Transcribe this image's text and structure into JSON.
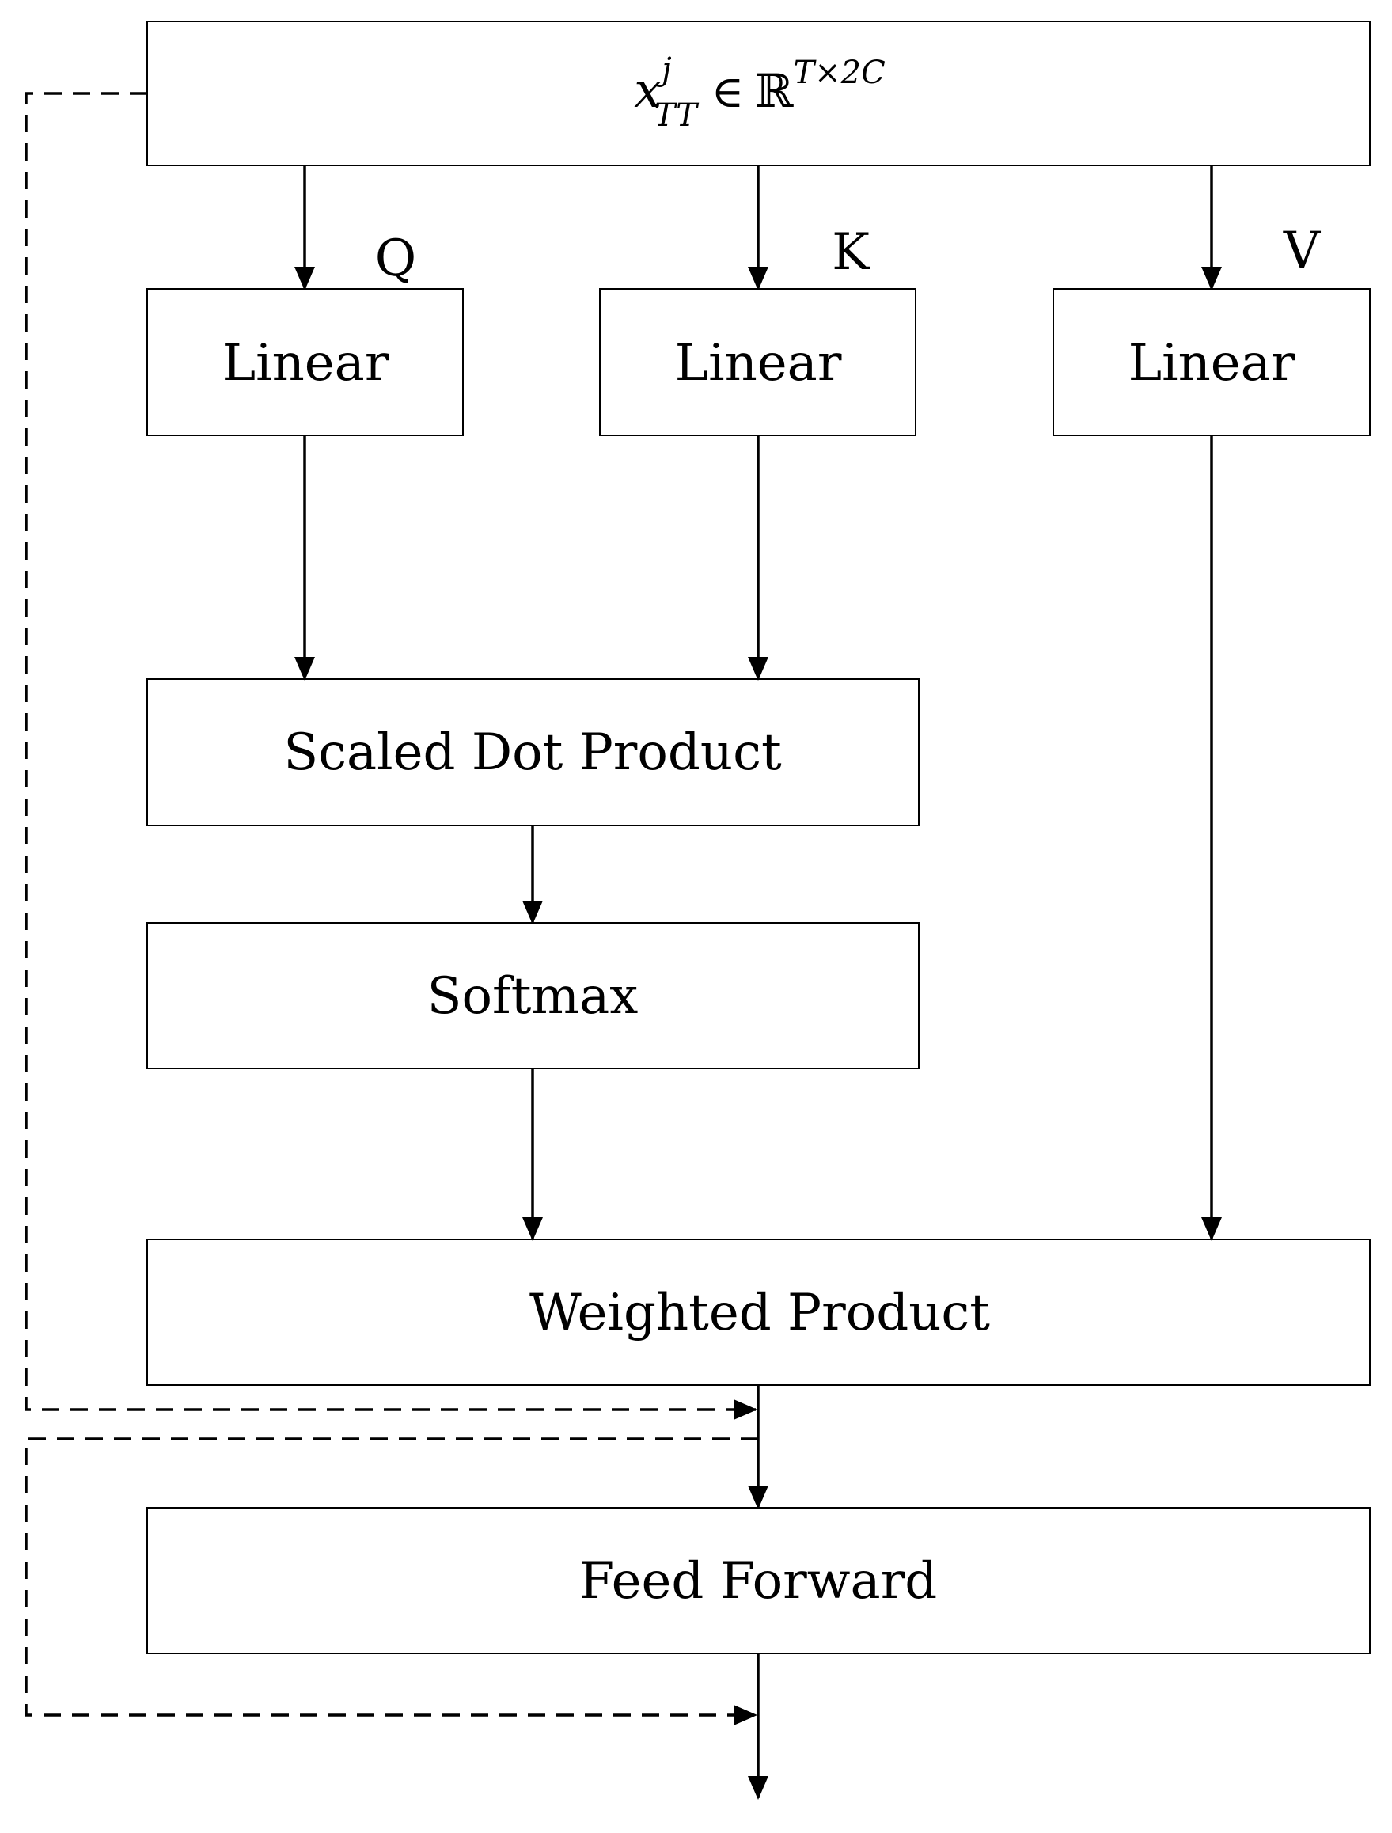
{
  "diagram": {
    "input": {
      "base": "x",
      "sub": "TT",
      "sup": "j",
      "member": "∈",
      "set": "ℝ",
      "set_sup": "T×2C"
    },
    "labels": {
      "q": "Q",
      "k": "K",
      "v": "V"
    },
    "linear_q": "Linear",
    "linear_k": "Linear",
    "linear_v": "Linear",
    "scaled_dot": "Scaled Dot Product",
    "softmax": "Softmax",
    "weighted": "Weighted Product",
    "feed_forward": "Feed Forward"
  }
}
